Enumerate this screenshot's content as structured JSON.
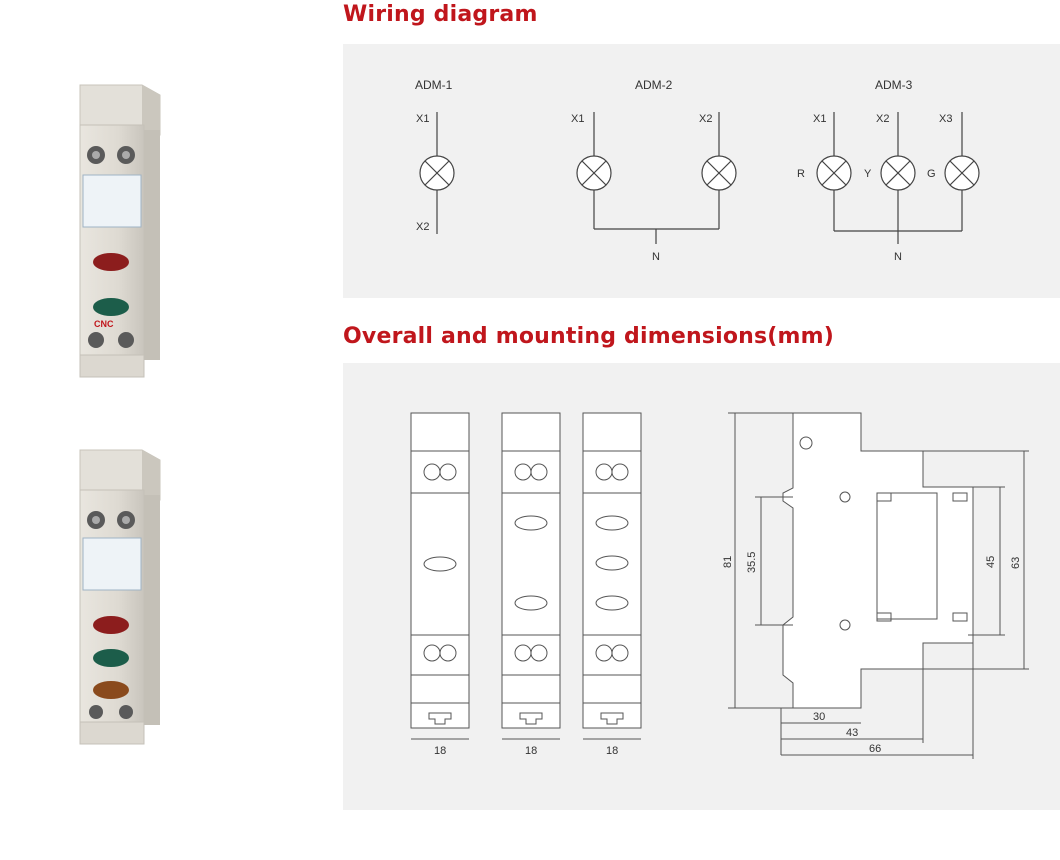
{
  "headings": {
    "wiring": "Wiring diagram",
    "dimensions": "Overall and mounting dimensions(mm)"
  },
  "products": {
    "brand": "CNC"
  },
  "wiring": {
    "adm1": {
      "label": "ADM-1",
      "top": "X1",
      "bottom": "X2"
    },
    "adm2": {
      "label": "ADM-2",
      "left": "X1",
      "right": "X2",
      "neutral": "N"
    },
    "adm3": {
      "label": "ADM-3",
      "t1": "X1",
      "t2": "X2",
      "t3": "X3",
      "c1": "R",
      "c2": "Y",
      "c3": "G",
      "neutral": "N"
    }
  },
  "dimensions": {
    "width_a": "18",
    "width_b": "18",
    "width_c": "18",
    "height_total": "81",
    "rail_height": "35.5",
    "inner_height": "45",
    "front_height": "63",
    "depth_1": "30",
    "depth_2": "43",
    "depth_3": "66"
  },
  "colors": {
    "heading": "#c0161c",
    "panel": "#f1f1f1",
    "indicator_red": "#8c1d1d",
    "indicator_green": "#1c5d4a",
    "indicator_amber": "#8a4a1c"
  }
}
